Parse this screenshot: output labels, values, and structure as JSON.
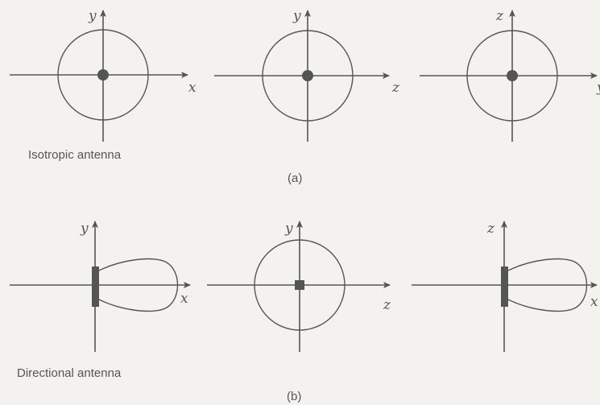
{
  "captions": {
    "isotropic": "Isotropic antenna",
    "directional": "Directional antenna",
    "part_a": "(a)",
    "part_b": "(b)"
  },
  "row_a": [
    {
      "vertical_axis": "y",
      "horizontal_axis": "x",
      "pattern": "circle",
      "source": "dot"
    },
    {
      "vertical_axis": "y",
      "horizontal_axis": "z",
      "pattern": "circle",
      "source": "dot"
    },
    {
      "vertical_axis": "z",
      "horizontal_axis": "y",
      "pattern": "circle",
      "source": "dot"
    }
  ],
  "row_b": [
    {
      "vertical_axis": "y",
      "horizontal_axis": "x",
      "pattern": "lobe",
      "source": "bar"
    },
    {
      "vertical_axis": "y",
      "horizontal_axis": "z",
      "pattern": "circle",
      "source": "square"
    },
    {
      "vertical_axis": "z",
      "horizontal_axis": "x",
      "pattern": "lobe",
      "source": "bar"
    }
  ]
}
